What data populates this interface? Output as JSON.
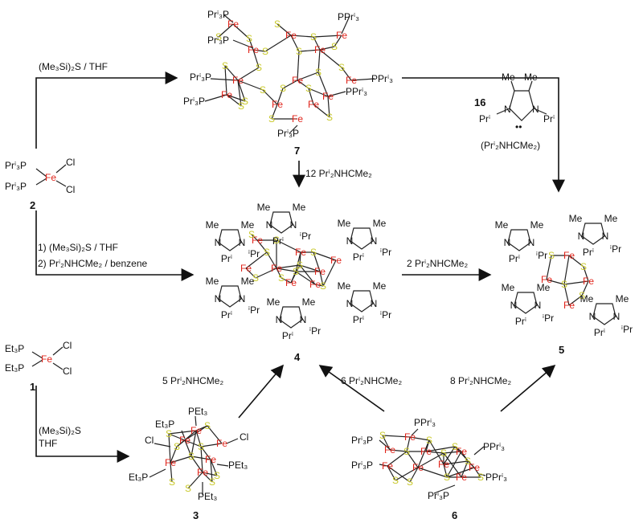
{
  "colors": {
    "iron": "#e0241b",
    "sulfur": "#c9c92a",
    "ink": "#111111"
  },
  "arrows": {
    "a1_top": "(Me₃Si)₂S / THF",
    "a2_line1": "1) (Me₃Si)₂S / THF",
    "a2_line2": "2) Prⁱ₂NHCMe₂ / benzene",
    "a3": "12 Prⁱ₂NHCMe₂",
    "a4": "2 Prⁱ₂NHCMe₂",
    "a5": "5 Prⁱ₂NHCMe₂",
    "a6": "6 Prⁱ₂NHCMe₂",
    "a7": "8 Prⁱ₂NHCMe₂",
    "a8_line1": "(Me₃Si)₂S",
    "a8_line2": "THF"
  },
  "compounds": {
    "c1": {
      "number": "1",
      "l1": "Et₃P",
      "l2": "Et₃P",
      "cl1": "Cl",
      "cl2": "Cl",
      "fe": "Fe"
    },
    "c2": {
      "number": "2",
      "l1": "Prⁱ₃P",
      "l2": "Prⁱ₃P",
      "cl1": "Cl",
      "cl2": "Cl",
      "fe": "Fe"
    },
    "c3": {
      "number": "3",
      "ligands": [
        "PEt₃",
        "Et₃P",
        "Cl",
        "Cl",
        "PEt₃",
        "Et₃P",
        "PEt₃"
      ]
    },
    "c4": {
      "number": "4"
    },
    "c5": {
      "number": "5"
    },
    "c6": {
      "number": "6",
      "ligands": [
        "Prⁱ₃P",
        "PPrⁱ₃",
        "Prⁱ₃P",
        "PPrⁱ₃",
        "PPrⁱ₃",
        "Prⁱ₃P"
      ]
    },
    "c7": {
      "number": "7",
      "ligands": [
        "Prⁱ₃P",
        "PPrⁱ₃",
        "Prⁱ₃P",
        "Prⁱ₃P",
        "Prⁱ₃P",
        "PPrⁱ₃",
        "PPrⁱ₃",
        "Prⁱ₃P"
      ]
    },
    "c16": {
      "number": "16",
      "name": "(Prⁱ₂NHCMe₂)",
      "me": "Me",
      "pri": "Prⁱ",
      "n": "N",
      "dots": "••"
    }
  },
  "atoms": {
    "fe": "Fe",
    "s": "S",
    "me": "Me",
    "n": "N",
    "pri": "Prⁱ",
    "ipr": "ⁱPr"
  }
}
